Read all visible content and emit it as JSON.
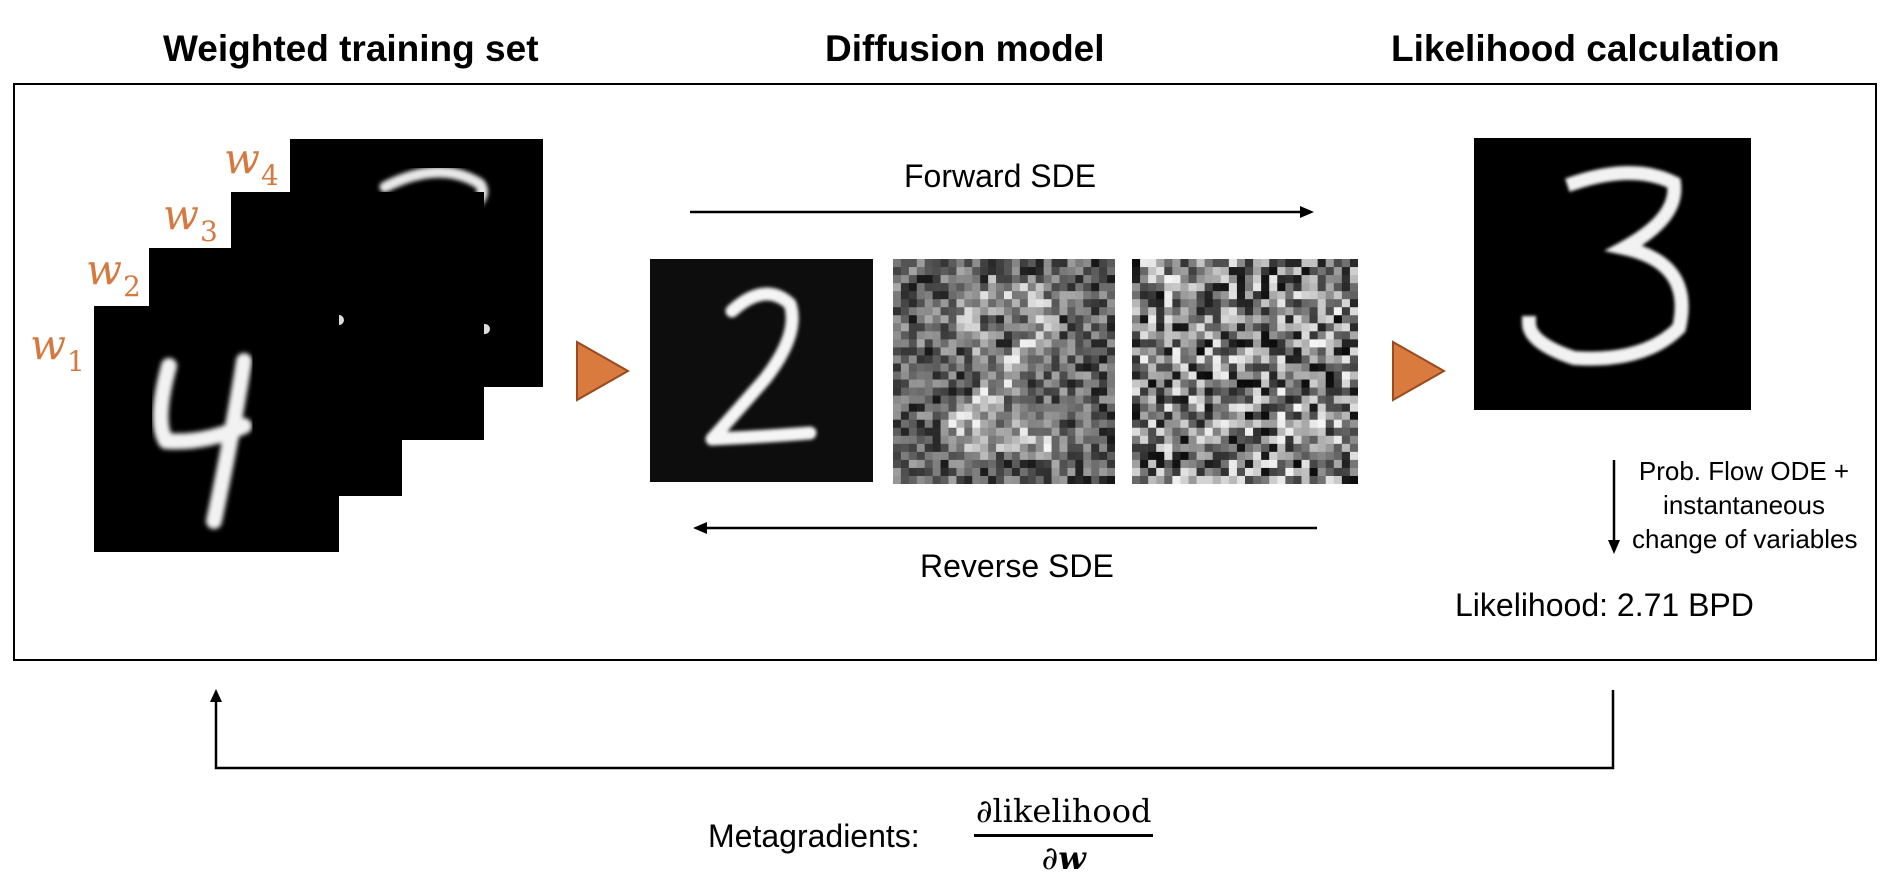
{
  "headings": {
    "training": "Weighted training set",
    "diffusion": "Diffusion model",
    "likelihood": "Likelihood calculation"
  },
  "weights": [
    {
      "base": "w",
      "sub": "1"
    },
    {
      "base": "w",
      "sub": "2"
    },
    {
      "base": "w",
      "sub": "3"
    },
    {
      "base": "w",
      "sub": "4"
    }
  ],
  "training_digits": [
    "4",
    "",
    "",
    ""
  ],
  "diffusion": {
    "forward_label": "Forward SDE",
    "reverse_label": "Reverse SDE",
    "digit": "2"
  },
  "likelihood": {
    "digit": "3",
    "ode_line1": "Prob. Flow ODE +",
    "ode_line2": "instantaneous",
    "ode_line3": "change of variables",
    "result": "Likelihood: 2.71 BPD"
  },
  "metagradients": {
    "label": "Metagradients:",
    "numerator": "∂likelihood",
    "denominator_partial": "∂",
    "denominator_var": "w"
  },
  "colors": {
    "accent": "#d4793f",
    "arrowhead_fill": "#d97a3f",
    "arrowhead_stroke": "#9a4a1c",
    "tile_bg": "#000000",
    "stroke": "#000000"
  }
}
